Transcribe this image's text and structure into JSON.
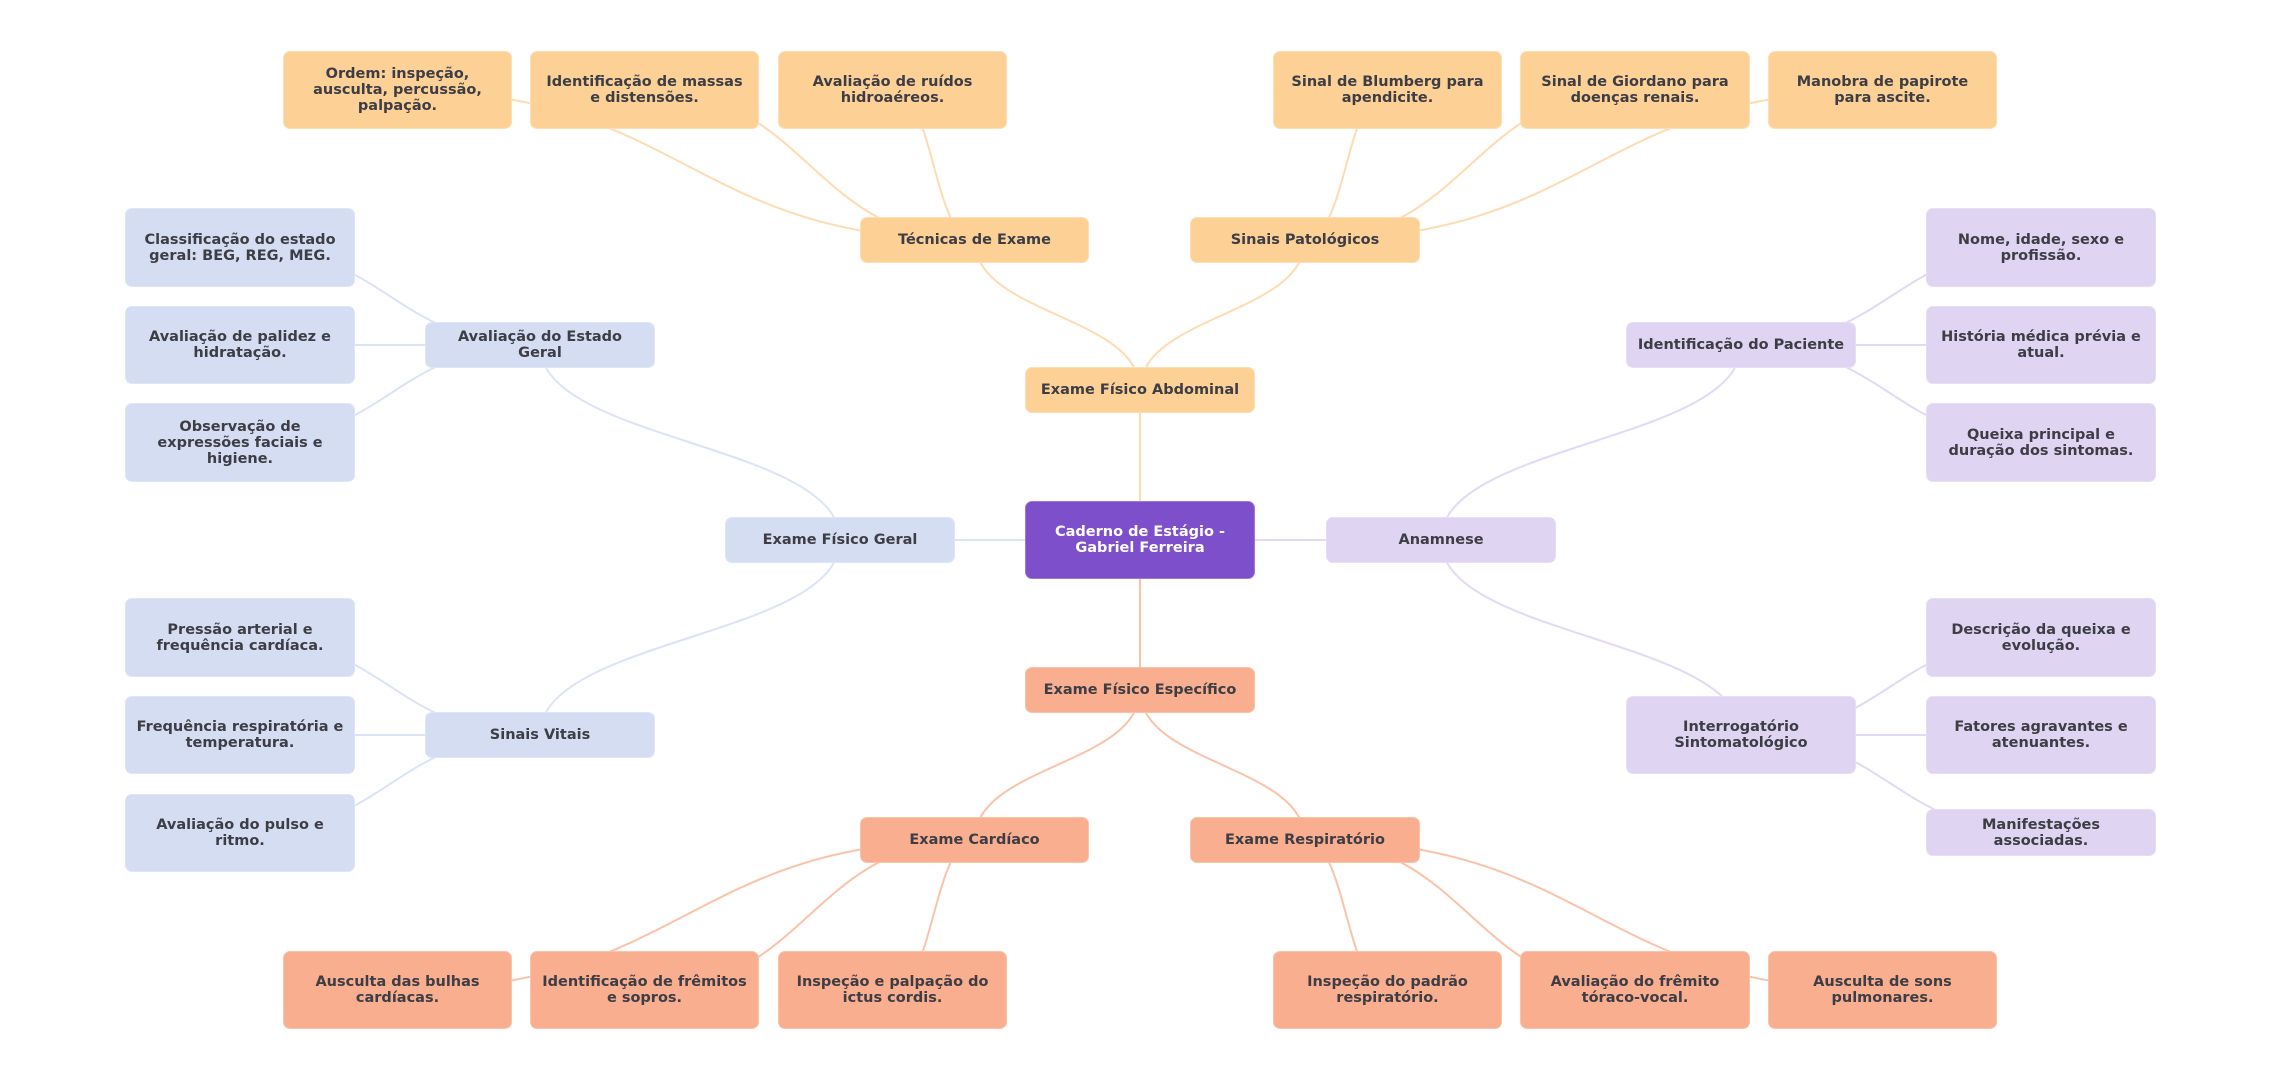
{
  "title": "Caderno de Estágio - Gabriel Ferreira",
  "colors": {
    "root": "#7E4FCB",
    "abdominal": "#FDD196",
    "especifico": "#F9AE8F",
    "geral": "#D5DDF2",
    "anamnese": "#DFD4F1",
    "edge_abdominal": "#FDDCB3",
    "edge_especifico": "#F9C3AA",
    "edge_geral": "#DCE3F5",
    "edge_anamnese": "#E3D9F5"
  },
  "root": {
    "label": "Caderno de Estágio - Gabriel Ferreira",
    "branches": {
      "abdominal": {
        "label": "Exame Físico Abdominal",
        "children": {
          "tecnicas": {
            "label": "Técnicas de Exame",
            "leaves": [
              "Ordem: inspeção, ausculta, percussão, palpação.",
              "Identificação de massas e distensões.",
              "Avaliação de ruídos hidroaéreos."
            ]
          },
          "sinais_patologicos": {
            "label": "Sinais Patológicos",
            "leaves": [
              "Sinal de Blumberg para apendicite.",
              "Sinal de Giordano para doenças renais.",
              "Manobra de papirote para ascite."
            ]
          }
        }
      },
      "especifico": {
        "label": "Exame Físico Específico",
        "children": {
          "cardiaco": {
            "label": "Exame Cardíaco",
            "leaves": [
              "Ausculta das bulhas cardíacas.",
              "Identificação de frêmitos e sopros.",
              "Inspeção e palpação do ictus cordis."
            ]
          },
          "respiratorio": {
            "label": "Exame Respiratório",
            "leaves": [
              "Inspeção do padrão respiratório.",
              "Avaliação do frêmito tóraco-vocal.",
              "Ausculta de sons pulmonares."
            ]
          }
        }
      },
      "geral": {
        "label": "Exame Físico Geral",
        "children": {
          "estado_geral": {
            "label": "Avaliação do Estado Geral",
            "leaves": [
              "Classificação do estado geral: BEG, REG, MEG.",
              "Avaliação de palidez e hidratação.",
              "Observação de expressões faciais e higiene."
            ]
          },
          "sinais_vitais": {
            "label": "Sinais Vitais",
            "leaves": [
              "Pressão arterial e frequência cardíaca.",
              "Frequência respiratória e temperatura.",
              "Avaliação do pulso e ritmo."
            ]
          }
        }
      },
      "anamnese": {
        "label": "Anamnese",
        "children": {
          "identificacao": {
            "label": "Identificação do Paciente",
            "leaves": [
              "Nome, idade, sexo e profissão.",
              "História médica prévia e atual.",
              "Queixa principal e duração dos sintomas."
            ]
          },
          "interrogatorio": {
            "label": "Interrogatório Sintomatológico",
            "leaves": [
              "Descrição da queixa e evolução.",
              "Fatores agravantes e atenuantes.",
              "Manifestações associadas."
            ]
          }
        }
      }
    }
  }
}
